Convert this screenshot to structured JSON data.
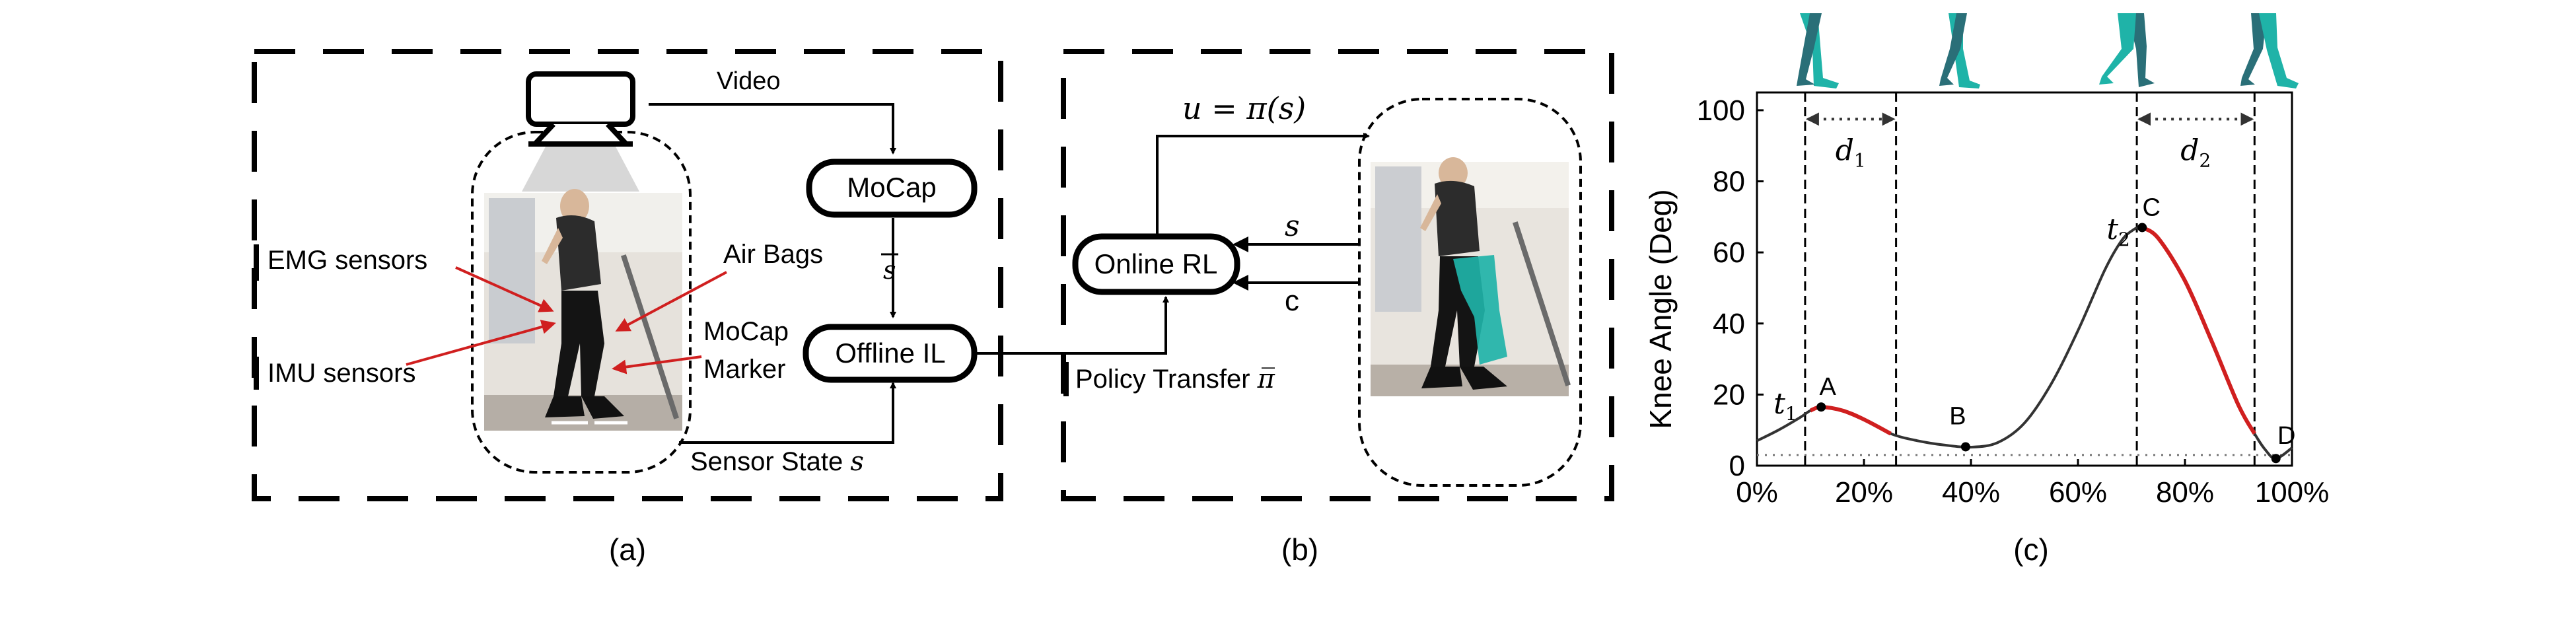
{
  "panel_a": {
    "caption": "(a)",
    "video_label": "Video",
    "mocap_box": "MoCap",
    "s_bar_label": "s̅",
    "offline_box": "Offline IL",
    "sensor_state_label": "Sensor State s",
    "emg_label": "EMG sensors",
    "imu_label": "IMU sensors",
    "airbags_label": "Air Bags",
    "mocap_marker_label_1": "MoCap",
    "mocap_marker_label_2": "Marker"
  },
  "panel_b": {
    "caption": "(b)",
    "policy_eq": "u = π(s)",
    "online_box": "Online RL",
    "s_label": "s",
    "c_label": "c",
    "policy_transfer_label": "Policy Transfer π̅"
  },
  "panel_c": {
    "caption": "(c)",
    "ylabel": "Knee Angle (Deg)",
    "d1": "d",
    "d1_sub": "1",
    "d2": "d",
    "d2_sub": "2",
    "t1": "t",
    "t1_sub": "1",
    "t2": "t",
    "t2_sub": "2",
    "point_A": "A",
    "point_B": "B",
    "point_C": "C",
    "point_D": "D"
  },
  "chart_data": {
    "type": "line",
    "title": "",
    "xlabel": "",
    "ylabel": "Knee Angle (Deg)",
    "xlim": [
      0,
      100
    ],
    "ylim": [
      0,
      105
    ],
    "x_ticks": [
      "0%",
      "20%",
      "40%",
      "60%",
      "80%",
      "100%"
    ],
    "y_ticks": [
      "0",
      "20",
      "40",
      "60",
      "80",
      "100"
    ],
    "grid": false,
    "x": [
      0,
      4,
      8,
      10,
      12,
      16,
      20,
      25,
      30,
      35,
      40,
      45,
      50,
      55,
      60,
      65,
      68,
      70,
      72,
      75,
      80,
      85,
      90,
      93,
      95,
      97,
      100
    ],
    "series": [
      {
        "values": [
          7,
          10,
          13.5,
          15.5,
          16.5,
          15.5,
          13,
          9,
          7,
          5.8,
          5.2,
          6.5,
          12,
          23,
          38,
          55,
          63,
          66,
          67,
          64,
          52,
          35,
          17,
          9,
          4.5,
          2,
          5
        ]
      }
    ],
    "threshold_y": 3,
    "vertical_lines_x": [
      9,
      26,
      71,
      93
    ],
    "highlighted_ranges": [
      [
        9,
        26
      ],
      [
        71,
        93
      ]
    ],
    "points": [
      {
        "label": "A",
        "x": 12,
        "y": 16.5
      },
      {
        "label": "B",
        "x": 39,
        "y": 5.3
      },
      {
        "label": "C",
        "x": 72,
        "y": 67
      },
      {
        "label": "D",
        "x": 97,
        "y": 2
      }
    ]
  },
  "colors": {
    "highlight": "#d01f1f",
    "curve": "#333333",
    "leg_cyan": "#1fb3a8",
    "leg_dark": "#2a6f78"
  }
}
